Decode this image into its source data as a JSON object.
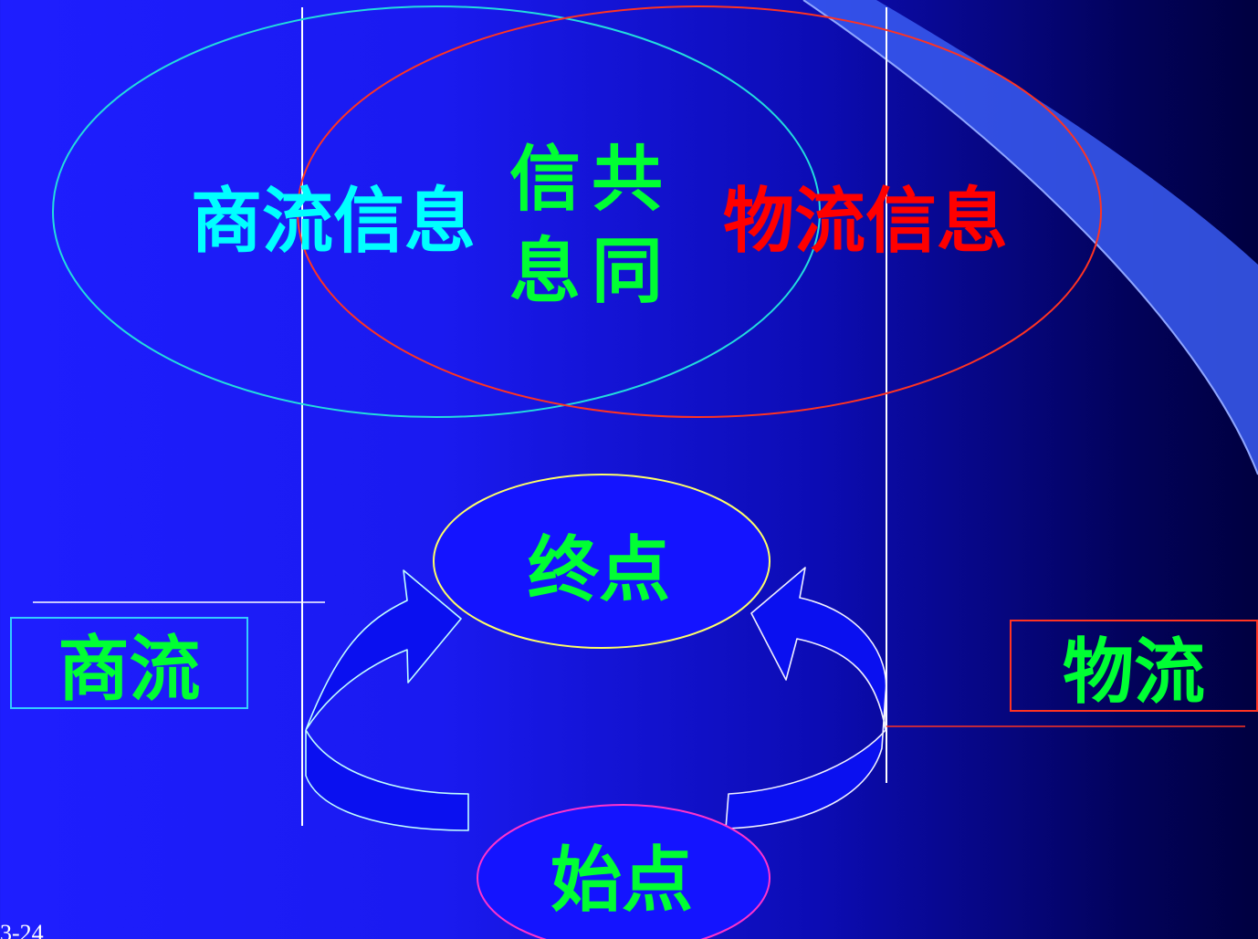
{
  "commerce_info": {
    "label": "商流信息",
    "color": "#00ffff"
  },
  "shared_info": {
    "col1": "信息",
    "col2": "共同",
    "color": "#00ff33"
  },
  "logistics_info": {
    "label": "物流信息",
    "color": "#ff0000"
  },
  "end_point": {
    "label": "终点",
    "ring_color": "#ffff66"
  },
  "start_point": {
    "label": "始点",
    "ring_color": "#ff33cc"
  },
  "commerce_box": {
    "label": "商流",
    "border_color": "#33ccff"
  },
  "logistics_box": {
    "label": "物流",
    "border_color": "#ff3322"
  },
  "slide_number": "3-24"
}
